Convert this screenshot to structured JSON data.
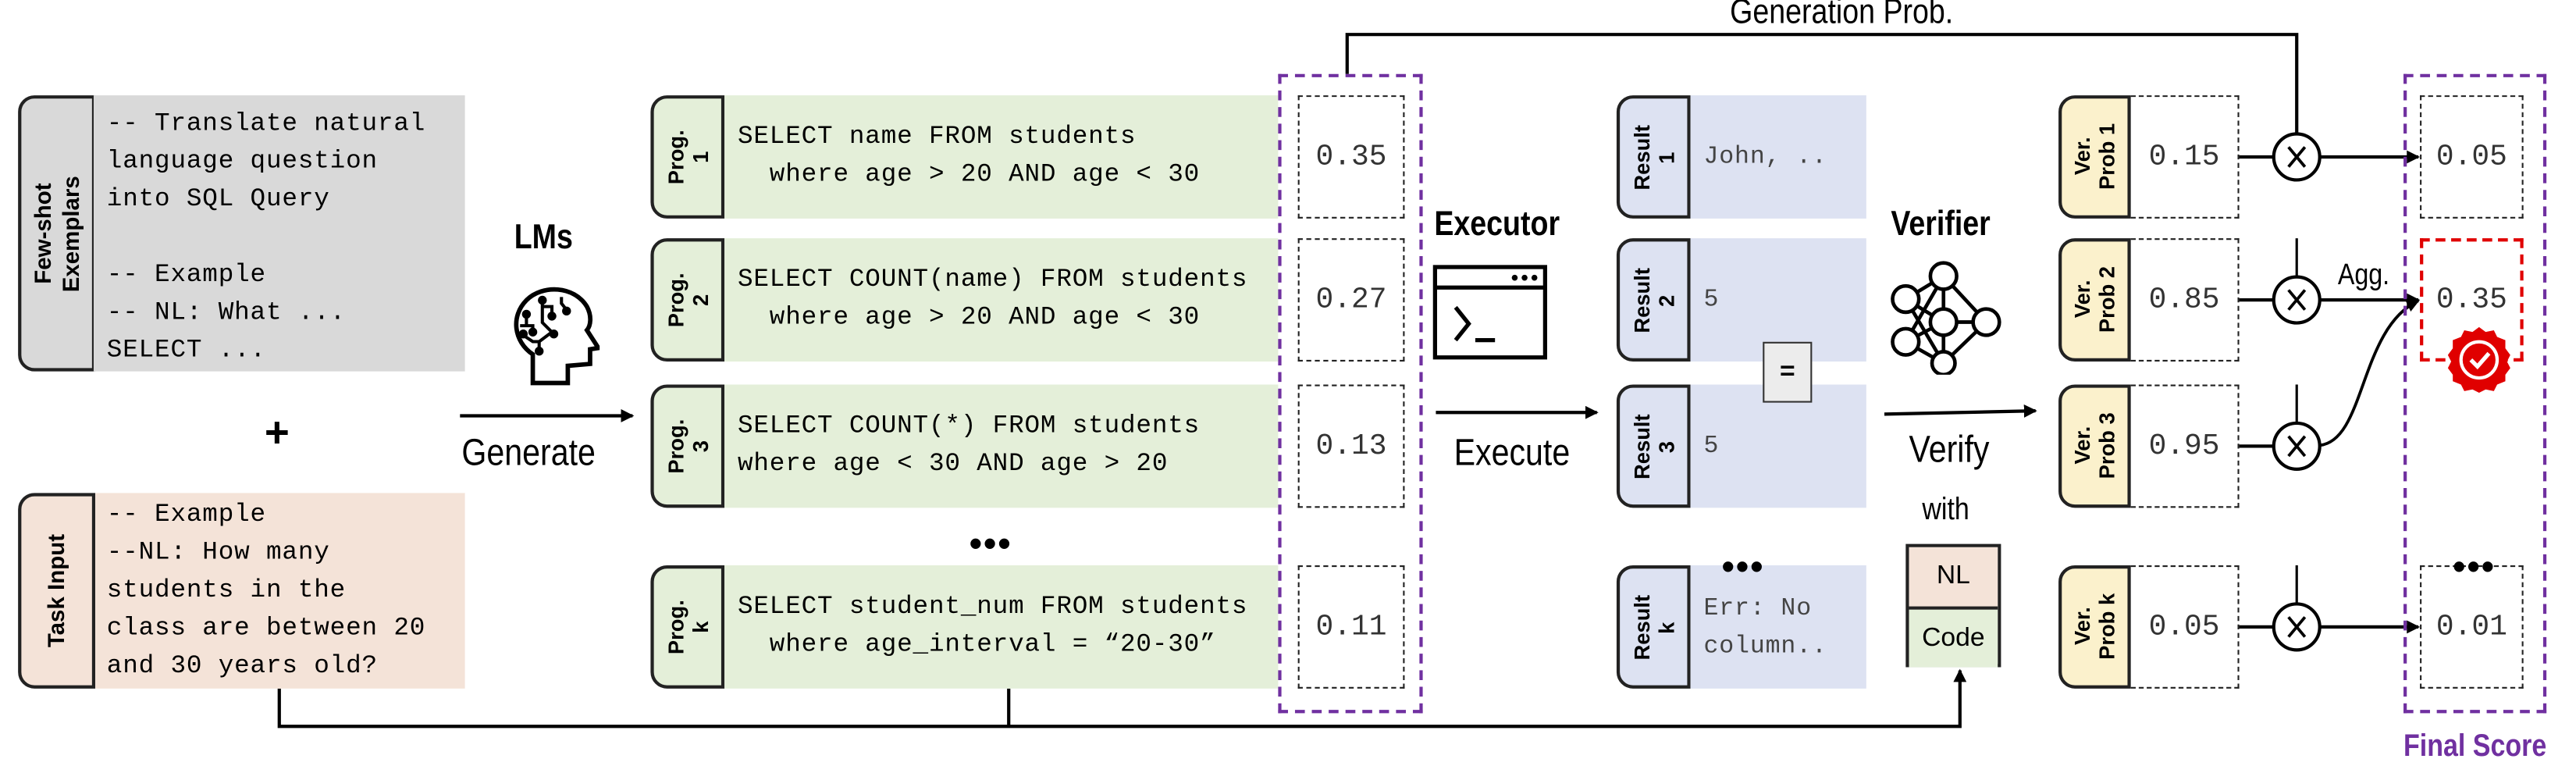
{
  "colors": {
    "few_shot": "#d9d9d9",
    "task_input": "#f4e3d8",
    "program": "#e4efd9",
    "result": "#dde2f2",
    "verifier": "#fbf1cc",
    "nl": "#f4e3d8",
    "code": "#e4efd9",
    "frame": "#7030a0",
    "highlight": "#e00000"
  },
  "few_shot": {
    "label": "Few-shot\nExemplars",
    "text": "-- Translate natural\nlanguage question\ninto SQL Query\n\n-- Example\n-- NL: What ...\nSELECT ..."
  },
  "plus": "+",
  "task_input": {
    "label": "Task Input",
    "text": "-- Example\n--NL: How many\nstudents in the\nclass are between 20\nand 30 years old?"
  },
  "lms": {
    "label": "LMs",
    "icon": "brain-head-icon",
    "action": "Generate"
  },
  "programs": [
    {
      "label": "Prog.\n1",
      "sql": "SELECT name FROM students\n  where age > 20 AND age < 30",
      "gen_prob": "0.35"
    },
    {
      "label": "Prog.\n2",
      "sql": "SELECT COUNT(name) FROM students\n  where age > 20 AND age < 30",
      "gen_prob": "0.27"
    },
    {
      "label": "Prog.\n3",
      "sql": "SELECT COUNT(*) FROM students\nwhere age < 30 AND age > 20",
      "gen_prob": "0.13"
    },
    {
      "label": "Prog.\nk",
      "sql": "SELECT student_num FROM students\n  where age_interval = “20-30”",
      "gen_prob": "0.11"
    }
  ],
  "ellipsis": "•••",
  "generation_prob_label": "Generation Prob.",
  "executor": {
    "label": "Executor",
    "icon": "terminal-icon",
    "action": "Execute"
  },
  "results": [
    {
      "label": "Result\n1",
      "value": "John, .."
    },
    {
      "label": "Result\n2",
      "value": "5"
    },
    {
      "label": "Result\n3",
      "value": "5"
    },
    {
      "label": "Result\nk",
      "value": "Err: No\ncolumn.."
    }
  ],
  "equal_sign": "=",
  "verifier": {
    "label": "Verifier",
    "icon": "neural-network-icon",
    "action": "Verify",
    "with": "with",
    "inputs": [
      "NL",
      "Code"
    ]
  },
  "verifications": [
    {
      "label": "Ver.\nProb 1",
      "value": "0.15",
      "final": "0.05"
    },
    {
      "label": "Ver.\nProb 2",
      "value": "0.85",
      "final": "0.35"
    },
    {
      "label": "Ver.\nProb 3",
      "value": "0.95"
    },
    {
      "label": "Ver.\nProb k",
      "value": "0.05",
      "final": "0.01"
    }
  ],
  "agg_label": "Agg.",
  "final_score_label": "Final Score",
  "selected_final_index": 1
}
